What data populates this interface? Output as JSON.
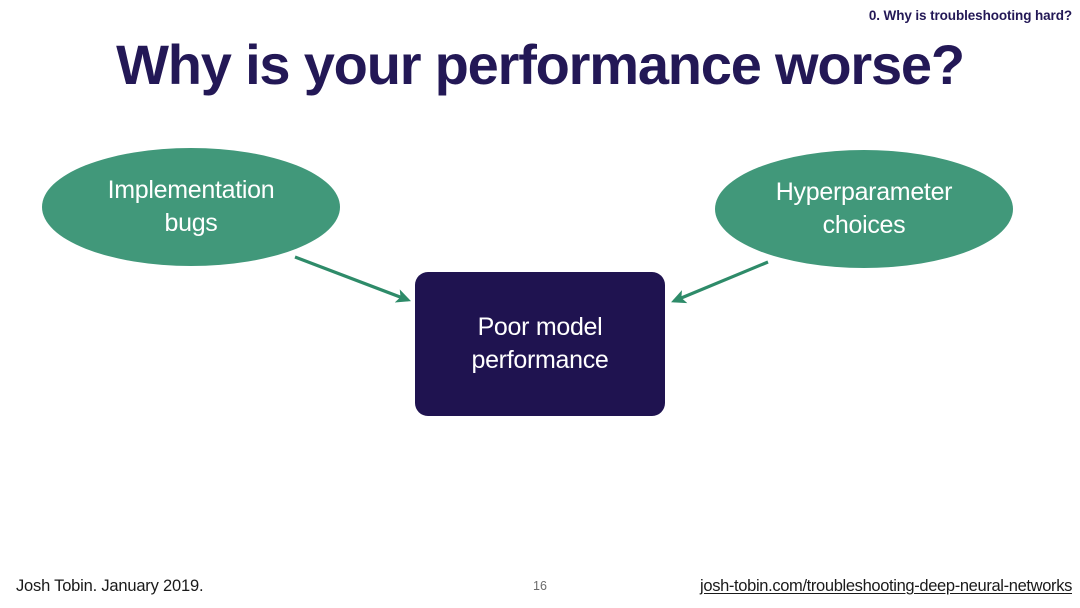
{
  "slide": {
    "section_header": "0. Why is troubleshooting hard?",
    "title": "Why is your performance worse?",
    "page_number": "16",
    "background_color": "#ffffff"
  },
  "colors": {
    "navy": "#1F1350",
    "title_navy": "#231856",
    "green": "#41987A",
    "white": "#ffffff",
    "footer_text": "#1a1a1a",
    "page_number_text": "#6b6b6b"
  },
  "diagram": {
    "type": "flow",
    "nodes": [
      {
        "id": "implementation-bugs",
        "label": "Implementation\nbugs",
        "shape": "ellipse",
        "fill": "#41987A",
        "text_color": "#ffffff"
      },
      {
        "id": "hyperparameter-choices",
        "label": "Hyperparameter\nchoices",
        "shape": "ellipse",
        "fill": "#41987A",
        "text_color": "#ffffff"
      },
      {
        "id": "poor-model-performance",
        "label": "Poor model\nperformance",
        "shape": "rounded-rectangle",
        "fill": "#1F1350",
        "text_color": "#ffffff"
      }
    ],
    "edges": [
      {
        "id": "edge-implementation-bugs-to-poor-model-performance",
        "from": "implementation-bugs",
        "to": "poor-model-performance",
        "color": "#2E8B69",
        "arrowhead": "triangle"
      },
      {
        "id": "edge-hyperparameter-choices-to-poor-model-performance",
        "from": "hyperparameter-choices",
        "to": "poor-model-performance",
        "color": "#2E8B69",
        "arrowhead": "triangle"
      }
    ]
  },
  "footer": {
    "attribution": "Josh Tobin. January 2019.",
    "link": "josh-tobin.com/troubleshooting-deep-neural-networks"
  }
}
